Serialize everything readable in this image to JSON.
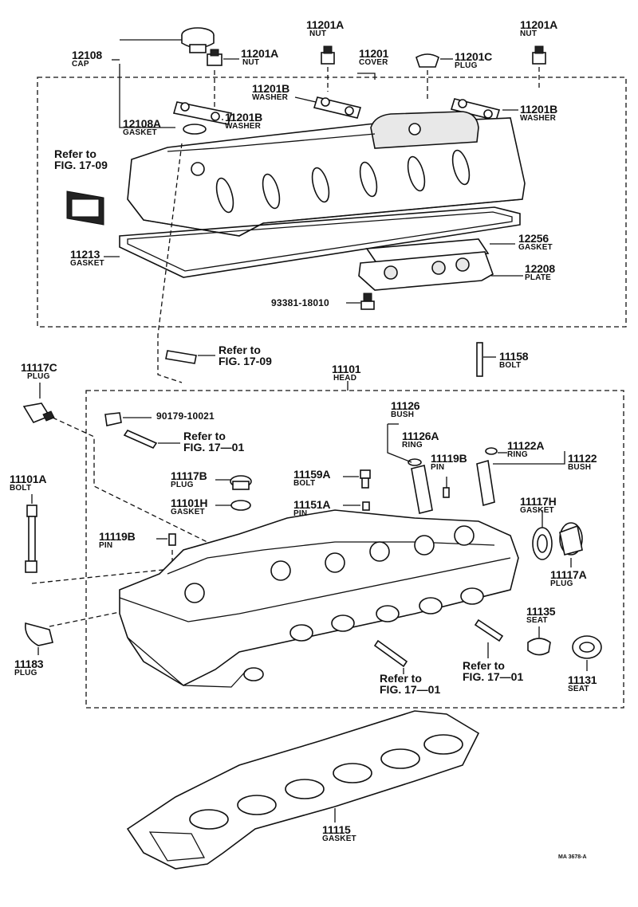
{
  "labels": {
    "p12108": {
      "num": "12108",
      "name": "CAP"
    },
    "p11201A_a": {
      "num": "11201A",
      "name": "NUT"
    },
    "p11201A_b": {
      "num": "11201A",
      "name": "NUT"
    },
    "p11201A_c": {
      "num": "11201A",
      "name": "NUT"
    },
    "p11201": {
      "num": "11201",
      "name": "COVER"
    },
    "p11201C": {
      "num": "11201C",
      "name": "PLUG"
    },
    "p11201B_a": {
      "num": "11201B",
      "name": "WASHER"
    },
    "p11201B_b": {
      "num": "11201B",
      "name": "WASHER"
    },
    "p11201B_c": {
      "num": "11201B",
      "name": "WASHER"
    },
    "p12108A": {
      "num": "12108A",
      "name": "GASKET"
    },
    "p11213": {
      "num": "11213",
      "name": "GASKET"
    },
    "p12256": {
      "num": "12256",
      "name": "GASKET"
    },
    "p12208": {
      "num": "12208",
      "name": "PLATE"
    },
    "p93381": {
      "num": "93381-18010"
    },
    "p11158": {
      "num": "11158",
      "name": "BOLT"
    },
    "p11117C": {
      "num": "11117C",
      "name": "PLUG"
    },
    "p11101": {
      "num": "11101",
      "name": "HEAD"
    },
    "p90179": {
      "num": "90179-10021"
    },
    "p11126": {
      "num": "11126",
      "name": "BUSH"
    },
    "p11126A": {
      "num": "11126A",
      "name": "RING"
    },
    "p11119B_a": {
      "num": "11119B",
      "name": "PIN"
    },
    "p11122A": {
      "num": "11122A",
      "name": "RING"
    },
    "p11122": {
      "num": "11122",
      "name": "BUSH"
    },
    "p11101A": {
      "num": "11101A",
      "name": "BOLT"
    },
    "p11117B": {
      "num": "11117B",
      "name": "PLUG"
    },
    "p11101H": {
      "num": "11101H",
      "name": "GASKET"
    },
    "p11159A": {
      "num": "11159A",
      "name": "BOLT"
    },
    "p11151A": {
      "num": "11151A",
      "name": "PIN"
    },
    "p11117H": {
      "num": "11117H",
      "name": "GASKET"
    },
    "p11117A": {
      "num": "11117A",
      "name": "PLUG"
    },
    "p11119B_b": {
      "num": "11119B",
      "name": "PIN"
    },
    "p11183": {
      "num": "11183",
      "name": "PLUG"
    },
    "p11135": {
      "num": "11135",
      "name": "SEAT"
    },
    "p11131": {
      "num": "11131",
      "name": "SEAT"
    },
    "p11115": {
      "num": "11115",
      "name": "GASKET"
    }
  },
  "refs": {
    "r1": {
      "line1": "Refer to",
      "line2": "FIG. 17-09"
    },
    "r2": {
      "line1": "Refer to",
      "line2": "FIG. 17-09"
    },
    "r3": {
      "line1": "Refer to",
      "line2": "FIG. 17—01"
    },
    "r4": {
      "line1": "Refer to",
      "line2": "FIG. 17—01"
    },
    "r5": {
      "line1": "Refer to",
      "line2": "FIG. 17—01"
    }
  },
  "footer_code": "MA 3678-A"
}
